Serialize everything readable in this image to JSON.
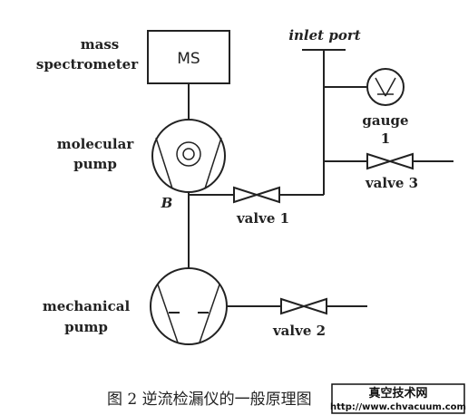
{
  "labels": {
    "mass_l1": "mass",
    "mass_l2": "spectrometer",
    "ms": "MS",
    "inlet": "inlet port",
    "gauge_l1": "gauge",
    "gauge_l2": "1",
    "molecular_l1": "molecular",
    "molecular_l2": "pump",
    "point_b": "B",
    "valve1": "valve 1",
    "valve2": "valve 2",
    "valve3": "valve 3",
    "mechanical_l1": "mechanical",
    "mechanical_l2": "pump"
  },
  "caption": "图 2   逆流检漏仪的一般原理图",
  "watermark": {
    "line1": "真空技术网",
    "line2": "http://www.chvacuum.com"
  }
}
